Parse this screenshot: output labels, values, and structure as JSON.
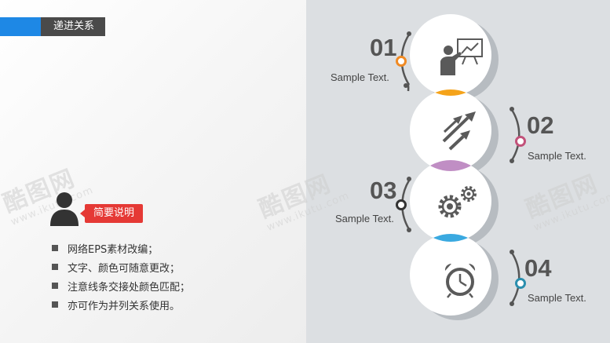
{
  "header": {
    "title": "递进关系"
  },
  "colors": {
    "accent_blue": "#1e88e5",
    "title_bg": "#4a4a4a",
    "callout_red": "#e53935",
    "lens_orange": "#f5a31a",
    "lens_purple": "#c08ec4",
    "lens_blue": "#3aa9e0",
    "dot_orange": "#f08a24",
    "dot_red": "#c2527a",
    "dot_dark": "#333333",
    "dot_teal": "#2b8fae"
  },
  "watermark": {
    "logo": "酷图网",
    "url": "www.ikutu.com"
  },
  "info": {
    "callout": "简要说明",
    "bullets": [
      "网络EPS素材改编；",
      "文字、颜色可随意更改；",
      "注意线条交接处颜色匹配；",
      "亦可作为并列关系使用。"
    ]
  },
  "steps": [
    {
      "number": "01",
      "text": "Sample Text.",
      "icon": "presentation-icon"
    },
    {
      "number": "02",
      "text": "Sample Text.",
      "icon": "growth-arrows-icon"
    },
    {
      "number": "03",
      "text": "Sample Text.",
      "icon": "gears-icon"
    },
    {
      "number": "04",
      "text": "Sample Text.",
      "icon": "alarm-clock-icon"
    }
  ]
}
